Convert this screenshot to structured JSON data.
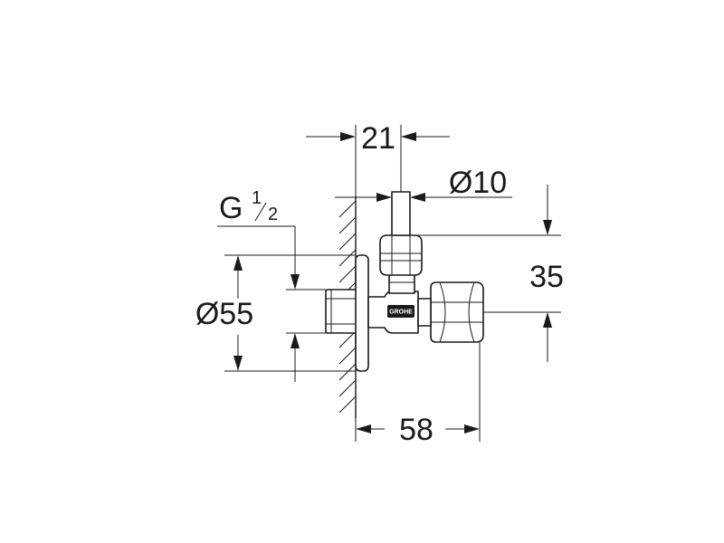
{
  "dimensions": {
    "depth": "21",
    "pipe_diameter": "Ø10",
    "thread_prefix": "G",
    "thread_num": "1",
    "thread_den": "2",
    "rosette_diameter": "Ø55",
    "height_offset": "35",
    "projection": "58"
  },
  "logo": {
    "text": "GROHE"
  }
}
